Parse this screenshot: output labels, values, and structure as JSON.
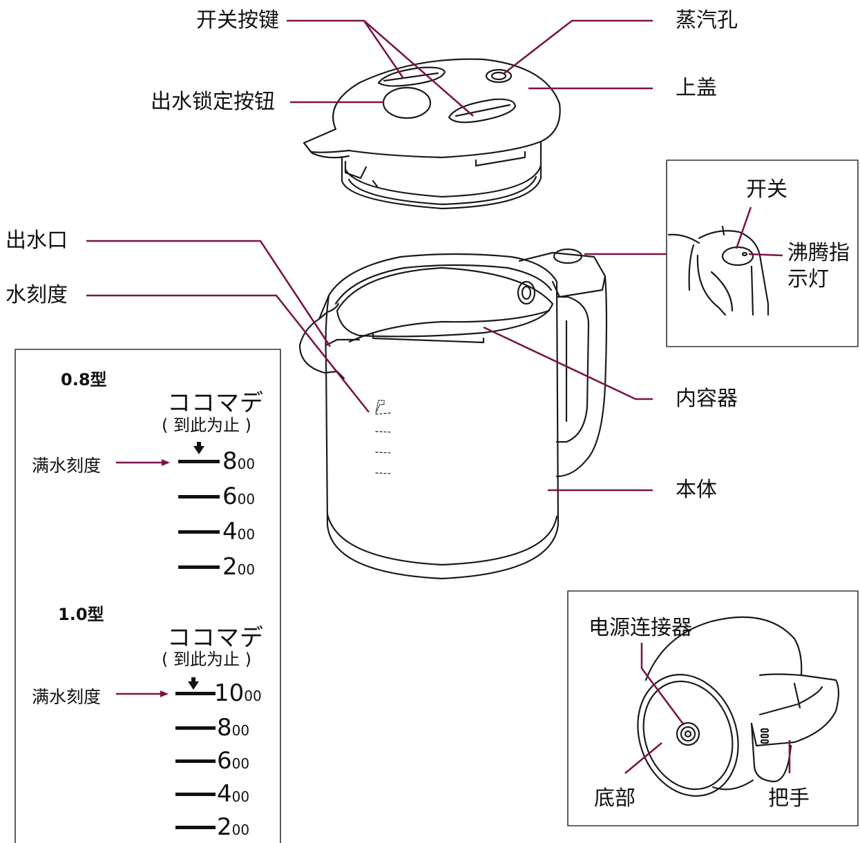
{
  "colors": {
    "leader": "#7a1348",
    "outline": "#1a1a1a",
    "frame": "#333333"
  },
  "labels": {
    "switch_buttons": "开关按键",
    "steam_hole": "蒸汽孔",
    "lid": "上盖",
    "outlet_lock_button": "出水锁定按钮",
    "spout": "出水口",
    "water_scale": "水刻度",
    "inner_container": "内容器",
    "body": "本体",
    "power_connector": "电源连接器",
    "bottom": "底部",
    "handle": "把手"
  },
  "inset_switch": {
    "switch": "开关",
    "boil_indicator_line1": "沸腾指",
    "boil_indicator_line2": "示灯"
  },
  "scales": [
    {
      "title": "0.8型",
      "stop_text": "ココマデ",
      "stop_subtext": "( 到此为止 )",
      "full_label": "满水刻度",
      "marks": [
        {
          "major": "8",
          "minor": "00"
        },
        {
          "major": "6",
          "minor": "00"
        },
        {
          "major": "4",
          "minor": "00"
        },
        {
          "major": "2",
          "minor": "00"
        }
      ]
    },
    {
      "title": "1.0型",
      "stop_text": "ココマデ",
      "stop_subtext": "( 到此为止 )",
      "full_label": "满水刻度",
      "marks": [
        {
          "major": "10",
          "minor": "00"
        },
        {
          "major": "8",
          "minor": "00"
        },
        {
          "major": "6",
          "minor": "00"
        },
        {
          "major": "4",
          "minor": "00"
        },
        {
          "major": "2",
          "minor": "00"
        }
      ]
    }
  ]
}
